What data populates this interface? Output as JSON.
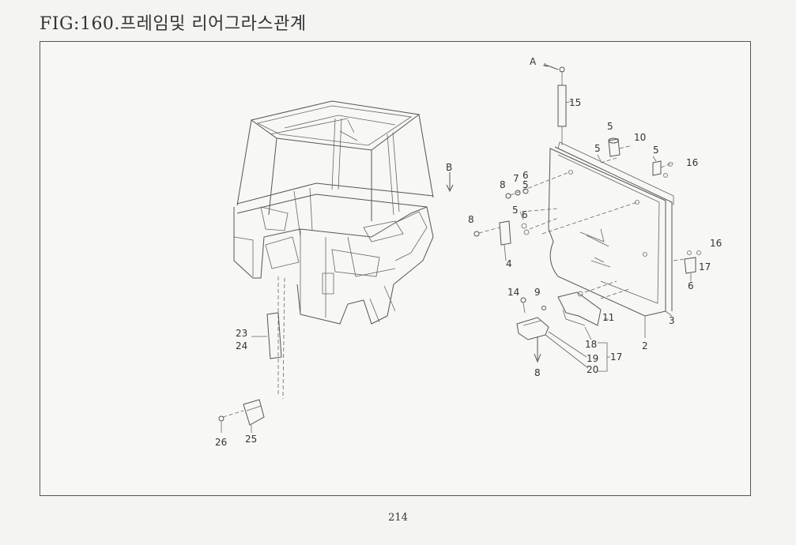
{
  "page": {
    "title": "FIG:160.프레임및 리어그라스관계",
    "page_number": "214"
  },
  "callouts": {
    "arrow_a": "A",
    "arrow_b": "B",
    "c15": "15",
    "c5a": "5",
    "c10": "10",
    "c5b": "5",
    "c5c": "5",
    "c16a": "16",
    "c8a": "8",
    "c7": "7",
    "c6a": "6",
    "c5d": "5",
    "c8b": "8",
    "c5e": "5",
    "c6b": "6",
    "c4": "4",
    "c16b": "16",
    "c17a": "17",
    "c6c": "6",
    "c14": "14",
    "c9": "9",
    "c11": "11",
    "c3": "3",
    "c2": "2",
    "c18": "18",
    "c19": "19",
    "c17b": "17",
    "c20": "20",
    "c8c": "8",
    "c23": "23",
    "c24": "24",
    "c26": "26",
    "c25": "25"
  }
}
